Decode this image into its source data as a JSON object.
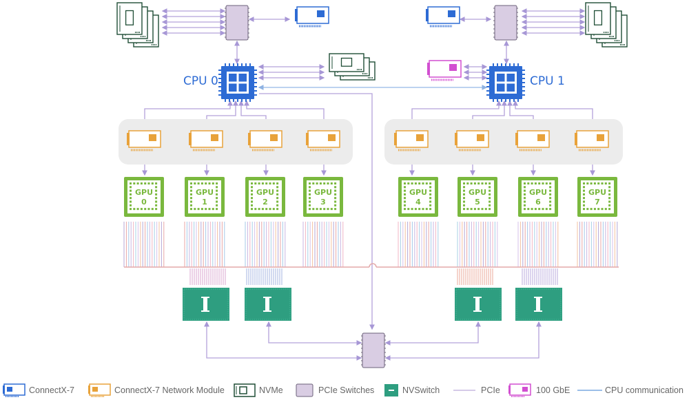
{
  "cpus": [
    {
      "label": "CPU 0"
    },
    {
      "label": "CPU 1"
    }
  ],
  "gpus": [
    {
      "label": "GPU",
      "index": "0"
    },
    {
      "label": "GPU",
      "index": "1"
    },
    {
      "label": "GPU",
      "index": "2"
    },
    {
      "label": "GPU",
      "index": "3"
    },
    {
      "label": "GPU",
      "index": "4"
    },
    {
      "label": "GPU",
      "index": "5"
    },
    {
      "label": "GPU",
      "index": "6"
    },
    {
      "label": "GPU",
      "index": "7"
    }
  ],
  "legend": [
    {
      "key": "connectx7",
      "label": "ConnectX-7",
      "icon": "nic-card-icon",
      "color": "#2d6bd4"
    },
    {
      "key": "cx7module",
      "label": "ConnectX-7 Network Module",
      "icon": "nic-card-icon",
      "color": "#e8a23a"
    },
    {
      "key": "nvme",
      "label": "NVMe",
      "icon": "nvme-drive-icon",
      "color": "#1e4d35"
    },
    {
      "key": "pcie_switch",
      "label": "PCIe Switches",
      "icon": "pcie-switch-icon",
      "color": "#d6cbe0"
    },
    {
      "key": "nvswitch",
      "label": "NVSwitch",
      "icon": "nvswitch-icon",
      "color": "#2e9e80"
    },
    {
      "key": "pcie",
      "label": "PCIe",
      "icon": "line-icon",
      "color": "#c7b8e0"
    },
    {
      "key": "gbe100",
      "label": "100 GbE",
      "icon": "nic-card-icon",
      "color": "#d24fd1"
    },
    {
      "key": "cpu_comm",
      "label": "CPU communication",
      "icon": "line-icon",
      "color": "#7aa8e0"
    }
  ],
  "colors": {
    "cpu": "#2d6bd4",
    "gpu": "#7ab83e",
    "gpu_text": "#7ab83e",
    "pcie_line": "#b3a2da",
    "cpu_line": "#93b8e6",
    "nvswitch": "#2e9e80",
    "pcie_switch_fill": "#d9cde3",
    "pcie_switch_stroke": "#6b6178",
    "nvme": "#1e4d35",
    "cx7": "#2d6bd4",
    "cx7_module": "#e8a23a",
    "gbe100": "#d24fd1",
    "group_bg": "#ececec",
    "nvlink": [
      "#b4a7d6",
      "#e8a6a6",
      "#a6c8e8",
      "#c8b6e2",
      "#f0b4c4",
      "#a8d0e6",
      "#d6c2ea",
      "#f3c0a0"
    ]
  }
}
